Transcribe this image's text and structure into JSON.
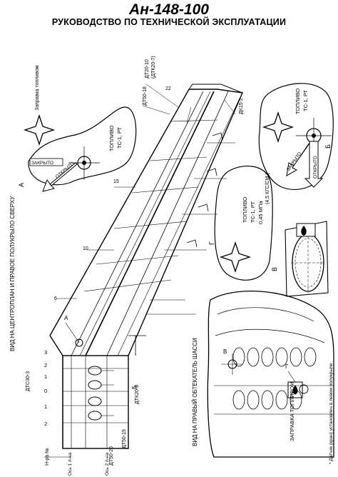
{
  "header": {
    "title": "Ан-148-100",
    "subtitle": "РУКОВОДСТВО ПО ТЕХНИЧЕСКОЙ ЭКСПЛУАТАЦИИ"
  },
  "views": {
    "top_view_caption": "ВИД НА ЦЕНТРОПЛАН И ПРАВОЕ ПОЛУКРЫЛО СВЕРХУ",
    "fairing_view_caption": "ВИД НА ПРАВЫЙ ОБТЕКАТЕЛЬ ШАССИ"
  },
  "sensors": [
    "ДТ50-18",
    "ДТ20-10",
    "(ДТК20-7)",
    "ДК15-2",
    "ДТС30-3",
    "ДТК20-8",
    "ДТ50-19",
    "ДТ50-20"
  ],
  "callouts": [
    "А",
    "Б",
    "В",
    "Г",
    "22",
    "15",
    "10",
    "6"
  ],
  "ribs": {
    "header": "Н-ра №",
    "numbers": [
      "3",
      "2",
      "1",
      "0",
      "1",
      "2"
    ],
    "axis1": "Ось 1 л-на",
    "axis2": "Ось 2 л-на"
  },
  "detail_a": {
    "letter": "А",
    "label": "Заправка топливом",
    "fuel_line1": "ТОПЛИВО",
    "fuel_line2": "ТС-1, РТ",
    "closed": "ЗАКРЫТО",
    "open": "ОТКРЫТО"
  },
  "detail_b": {
    "letter": "Б",
    "fuel_line1": "ТОПЛИВО",
    "fuel_line2": "ТС-1, РТ",
    "closed": "ЗАКРЫТО",
    "open": "ОТКРЫТО"
  },
  "detail_g": {
    "letter": "Г",
    "fuel_line1": "ТОПЛИВО",
    "fuel_line2": "ТС-1, РТ",
    "pressure": "0,45 МПа",
    "pressure_alt": "(4,5 КГС/СМ )"
  },
  "detail_v": {
    "letter": "В"
  },
  "fairing": {
    "refuel_label": "ЗАПРАВКА ТОПЛИВОМ",
    "letter_v": "В",
    "letter_g": "Г"
  },
  "footnote": "* Датчик (кран) установлен в левом полукрыле"
}
